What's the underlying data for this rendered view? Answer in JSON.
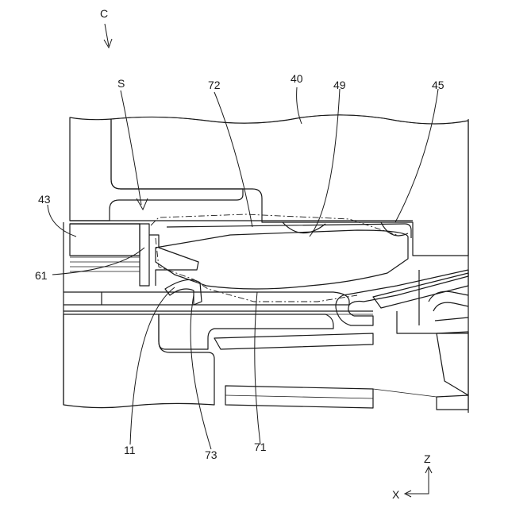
{
  "view_label": "C",
  "labels": {
    "s": "S",
    "n72": "72",
    "n40": "40",
    "n49": "49",
    "n45": "45",
    "n43": "43",
    "n61": "61",
    "n11": "11",
    "n73": "73",
    "n71": "71"
  },
  "axes": {
    "z": "Z",
    "x": "X"
  }
}
